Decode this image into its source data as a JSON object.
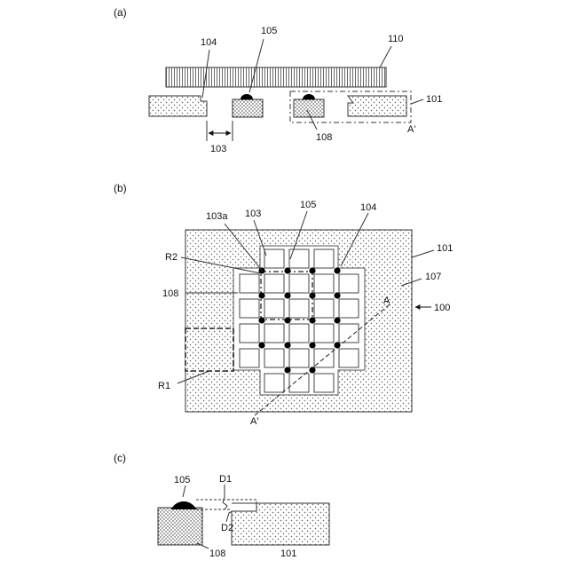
{
  "panels": {
    "a": {
      "label": "(a)",
      "refs": {
        "r104": "104",
        "r105": "105",
        "r110": "110",
        "r101": "101",
        "rA": "A'",
        "r103": "103",
        "r108": "108"
      }
    },
    "b": {
      "label": "(b)",
      "refs": {
        "r103a": "103a",
        "r103": "103",
        "r105": "105",
        "r104": "104",
        "r101": "101",
        "r107": "107",
        "r100": "100",
        "rR2": "R2",
        "r108": "108",
        "rR1": "R1",
        "rA": "A",
        "rAp": "A'"
      }
    },
    "c": {
      "label": "(c)",
      "refs": {
        "r105": "105",
        "rD1": "D1",
        "rD2": "D2",
        "r108": "108",
        "r101": "101"
      }
    }
  },
  "colors": {
    "stipple_bg": "#ffffff",
    "stipple_dot": "#5a5a5a",
    "dark_dot": "#2c2c2c",
    "outline": "#333333",
    "bump": "#000000"
  }
}
